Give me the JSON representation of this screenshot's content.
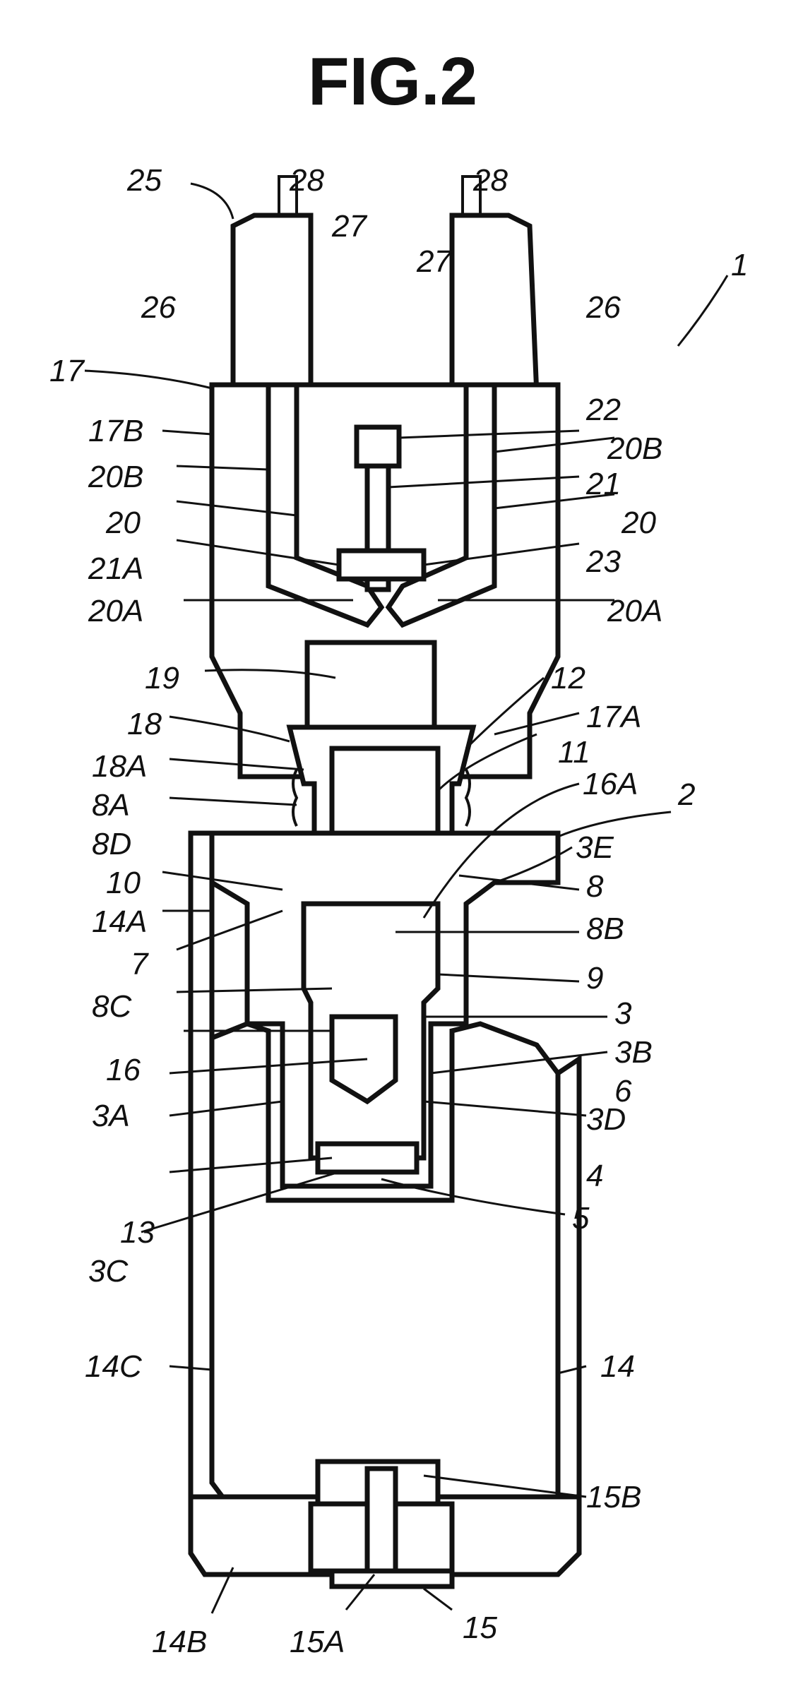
{
  "figure_title": "FIG.2",
  "labels": {
    "l1": "1",
    "l2": "2",
    "l3": "3",
    "l3A": "3A",
    "l3B": "3B",
    "l3C": "3C",
    "l3D": "3D",
    "l3E": "3E",
    "l4": "4",
    "l5": "5",
    "l6": "6",
    "l7": "7",
    "l8": "8",
    "l8A": "8A",
    "l8B": "8B",
    "l8C": "8C",
    "l8D": "8D",
    "l9": "9",
    "l10": "10",
    "l11": "11",
    "l12": "12",
    "l13": "13",
    "l14": "14",
    "l14A": "14A",
    "l14B": "14B",
    "l14C": "14C",
    "l15": "15",
    "l15A": "15A",
    "l15B": "15B",
    "l16": "16",
    "l16A": "16A",
    "l17": "17",
    "l17A": "17A",
    "l17B": "17B",
    "l18": "18",
    "l18A": "18A",
    "l19": "19",
    "l20a": "20",
    "l20b": "20",
    "l20Aa": "20A",
    "l20Ab": "20A",
    "l20Ba": "20B",
    "l20Bb": "20B",
    "l21": "21",
    "l21A": "21A",
    "l22": "22",
    "l23": "23",
    "l25": "25",
    "l26a": "26",
    "l26b": "26",
    "l27a": "27",
    "l27b": "27",
    "l28a": "28",
    "l28b": "28"
  }
}
